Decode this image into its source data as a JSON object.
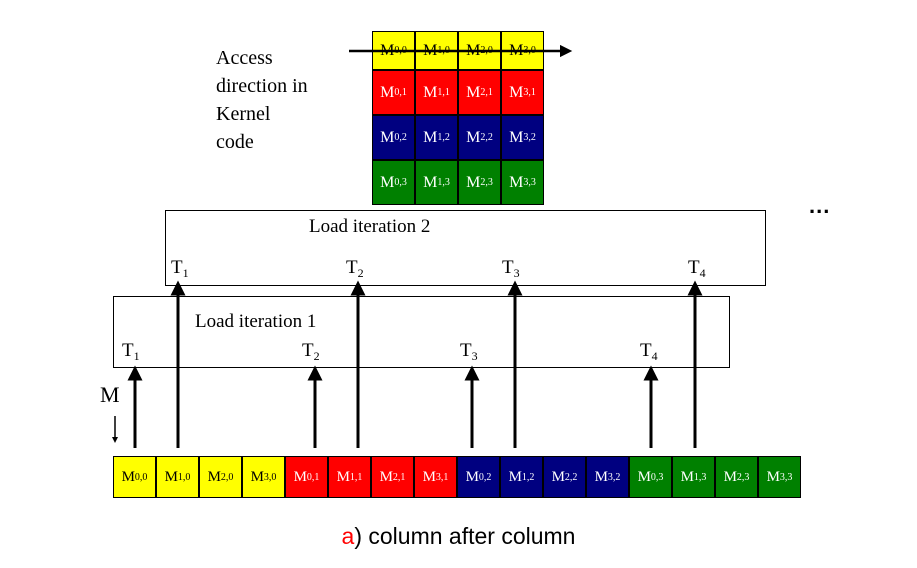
{
  "access_label": [
    "Access",
    "direction in",
    "Kernel",
    "code"
  ],
  "matrix_rows": [
    {
      "color": "yellow",
      "cells": [
        [
          "0",
          "0"
        ],
        [
          "1",
          "0"
        ],
        [
          "2",
          "0"
        ],
        [
          "3",
          "0"
        ]
      ]
    },
    {
      "color": "red",
      "cells": [
        [
          "0",
          "1"
        ],
        [
          "1",
          "1"
        ],
        [
          "2",
          "1"
        ],
        [
          "3",
          "1"
        ]
      ]
    },
    {
      "color": "blue",
      "cells": [
        [
          "0",
          "2"
        ],
        [
          "1",
          "2"
        ],
        [
          "2",
          "2"
        ],
        [
          "3",
          "2"
        ]
      ]
    },
    {
      "color": "green",
      "cells": [
        [
          "0",
          "3"
        ],
        [
          "1",
          "3"
        ],
        [
          "2",
          "3"
        ],
        [
          "3",
          "3"
        ]
      ]
    }
  ],
  "cell_prefix": "M",
  "iteration2": {
    "label": "Load iteration 2"
  },
  "iteration1": {
    "label": "Load iteration 1"
  },
  "threads": [
    "1",
    "2",
    "3",
    "4"
  ],
  "thread_prefix": "T",
  "m_label": "M",
  "dots": "...",
  "strip": [
    {
      "color": "yellow",
      "i": "0",
      "j": "0"
    },
    {
      "color": "yellow",
      "i": "1",
      "j": "0"
    },
    {
      "color": "yellow",
      "i": "2",
      "j": "0"
    },
    {
      "color": "yellow",
      "i": "3",
      "j": "0"
    },
    {
      "color": "red",
      "i": "0",
      "j": "1"
    },
    {
      "color": "red",
      "i": "1",
      "j": "1"
    },
    {
      "color": "red",
      "i": "2",
      "j": "1"
    },
    {
      "color": "red",
      "i": "3",
      "j": "1"
    },
    {
      "color": "blue",
      "i": "0",
      "j": "2"
    },
    {
      "color": "blue",
      "i": "1",
      "j": "2"
    },
    {
      "color": "blue",
      "i": "2",
      "j": "2"
    },
    {
      "color": "blue",
      "i": "3",
      "j": "2"
    },
    {
      "color": "green",
      "i": "0",
      "j": "3"
    },
    {
      "color": "green",
      "i": "1",
      "j": "3"
    },
    {
      "color": "green",
      "i": "2",
      "j": "3"
    },
    {
      "color": "green",
      "i": "3",
      "j": "3"
    }
  ],
  "caption": {
    "letter": "a",
    "text": ") column after column"
  },
  "colors": {
    "yellow": "#ffff00",
    "red": "#ff0000",
    "blue": "#000080",
    "green": "#008000",
    "caption_letter": "#ff0000"
  }
}
